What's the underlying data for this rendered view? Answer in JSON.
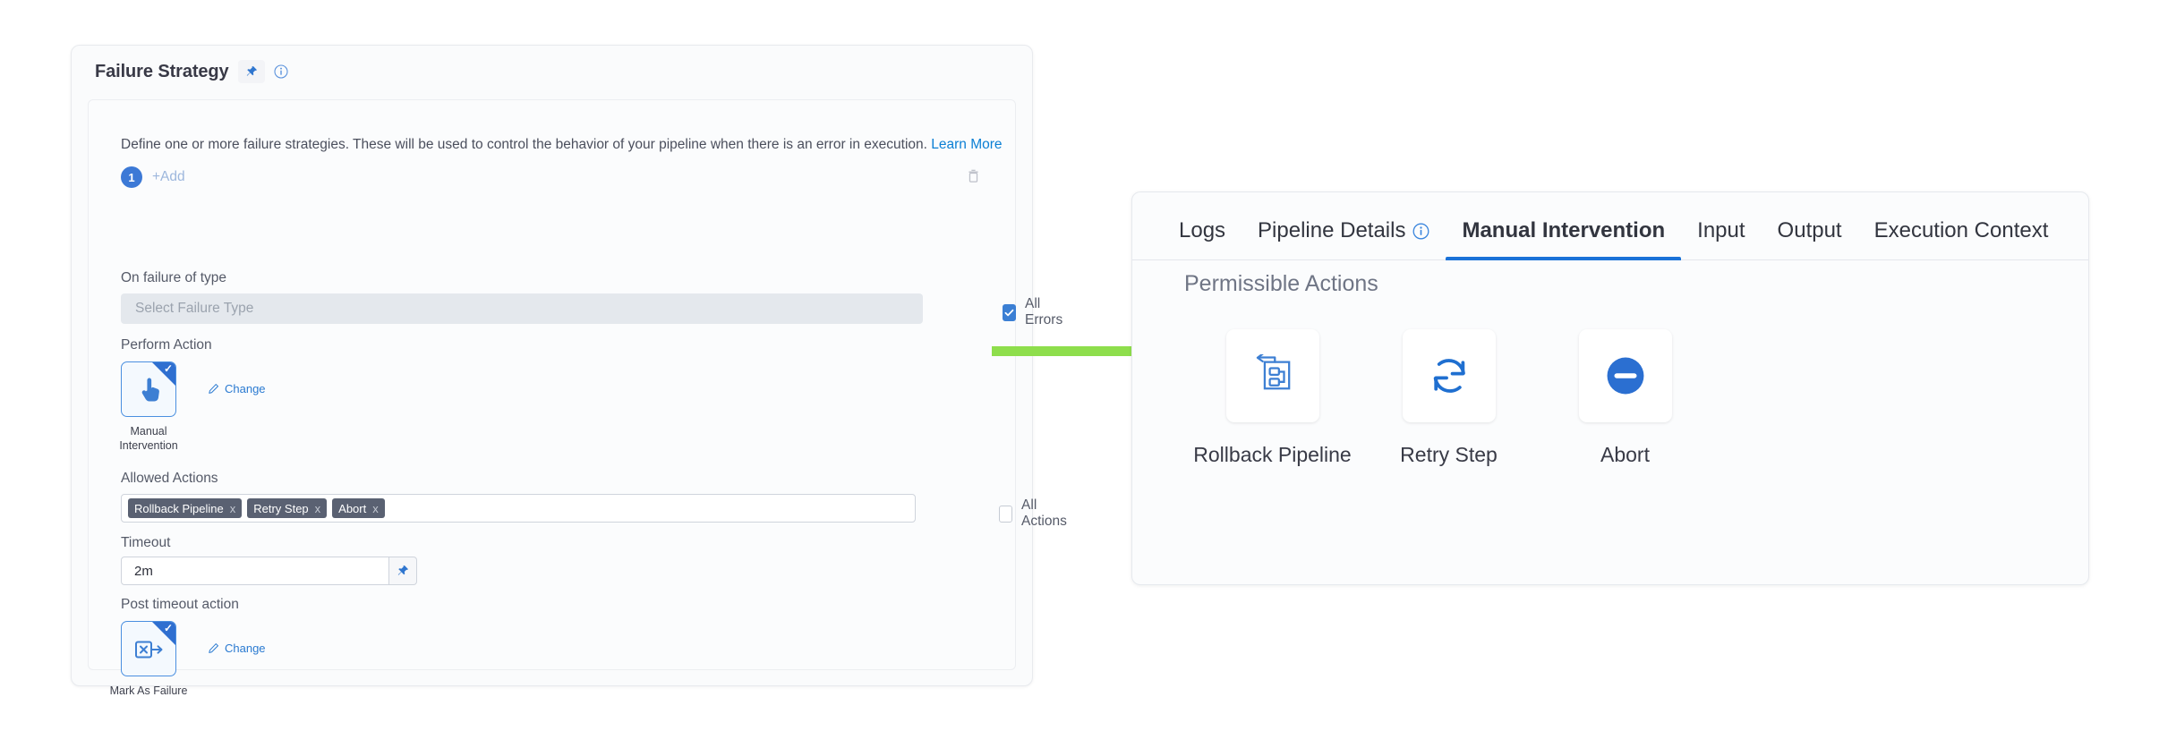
{
  "left_panel": {
    "title": "Failure Strategy",
    "pin_icon": "pin-icon",
    "info_icon": "info-icon",
    "description": "Define one or more failure strategies. These will be used to control the behavior of your pipeline when there is an error in execution.",
    "learn_more": "Learn More",
    "strategy_index": "1",
    "add_label": "+Add",
    "delete_icon": "trash-icon",
    "fields": {
      "on_failure_label": "On failure of type",
      "on_failure_placeholder": "Select Failure Type",
      "all_errors_label": "All Errors",
      "all_errors_checked": true,
      "perform_action_label": "Perform Action",
      "perform_action_value": "Manual Intervention",
      "perform_action_icon": "manual-intervention-icon",
      "perform_action_change": "Change",
      "allowed_actions_label": "Allowed Actions",
      "allowed_actions_tags": [
        {
          "label": "Rollback Pipeline",
          "remove": "x"
        },
        {
          "label": "Retry Step",
          "remove": "x"
        },
        {
          "label": "Abort",
          "remove": "x"
        }
      ],
      "all_actions_label": "All Actions",
      "all_actions_checked": false,
      "timeout_label": "Timeout",
      "timeout_value": "2m",
      "timeout_pin_icon": "pin-icon",
      "post_timeout_label": "Post timeout action",
      "post_timeout_value": "Mark As Failure",
      "post_timeout_icon": "mark-as-failure-icon",
      "post_timeout_change": "Change"
    }
  },
  "arrow": {
    "name": "green-flow-arrow",
    "color": "#8ede4c"
  },
  "right_panel": {
    "tabs": [
      {
        "label": "Logs",
        "active": false,
        "info": false
      },
      {
        "label": "Pipeline Details",
        "active": false,
        "info": true
      },
      {
        "label": "Manual Intervention",
        "active": true,
        "info": false
      },
      {
        "label": "Input",
        "active": false,
        "info": false
      },
      {
        "label": "Output",
        "active": false,
        "info": false
      },
      {
        "label": "Execution Context",
        "active": false,
        "info": false
      }
    ],
    "section_title": "Permissible Actions",
    "actions": [
      {
        "label": "Rollback Pipeline",
        "icon": "rollback-pipeline-icon"
      },
      {
        "label": "Retry Step",
        "icon": "retry-step-icon"
      },
      {
        "label": "Abort",
        "icon": "abort-icon"
      }
    ]
  },
  "colors": {
    "accent": "#1a72d8",
    "tag_bg": "#5a6172",
    "arrow_green": "#8ede4c"
  }
}
